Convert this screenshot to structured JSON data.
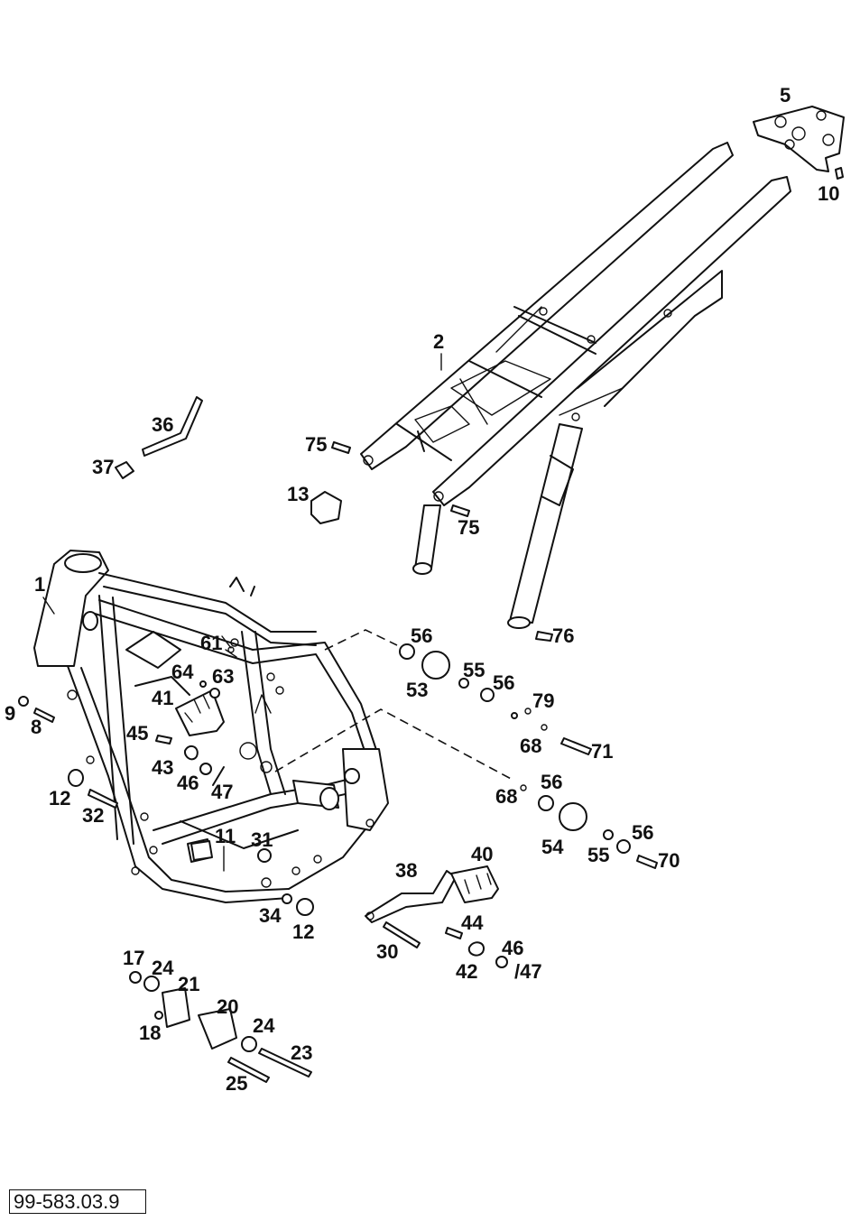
{
  "reference_number": "99-583.03.9",
  "labels": {
    "l1": "1",
    "l2": "2",
    "l5": "5",
    "l8": "8",
    "l9": "9",
    "l10": "10",
    "l11": "11",
    "l12a": "12",
    "l12b": "12",
    "l13": "13",
    "l17": "17",
    "l18": "18",
    "l20": "20",
    "l21": "21",
    "l23": "23",
    "l24a": "24",
    "l24b": "24",
    "l25": "25",
    "l30": "30",
    "l31": "31",
    "l32": "32",
    "l34": "34",
    "l36": "36",
    "l37": "37",
    "l38": "38",
    "l40": "40",
    "l41": "41",
    "l42": "42",
    "l43": "43",
    "l44": "44",
    "l45": "45",
    "l46a": "46",
    "l46b": "46",
    "l47a": "47",
    "l47b": "/47",
    "l53": "53",
    "l54": "54",
    "l55a": "55",
    "l55b": "55",
    "l56a": "56",
    "l56b": "56",
    "l56c": "56",
    "l56d": "56",
    "l61": "61",
    "l63": "63",
    "l64": "64",
    "l68a": "68",
    "l68b": "68",
    "l70": "70",
    "l71": "71",
    "l75a": "75",
    "l75b": "75",
    "l76": "76",
    "l79": "79"
  }
}
